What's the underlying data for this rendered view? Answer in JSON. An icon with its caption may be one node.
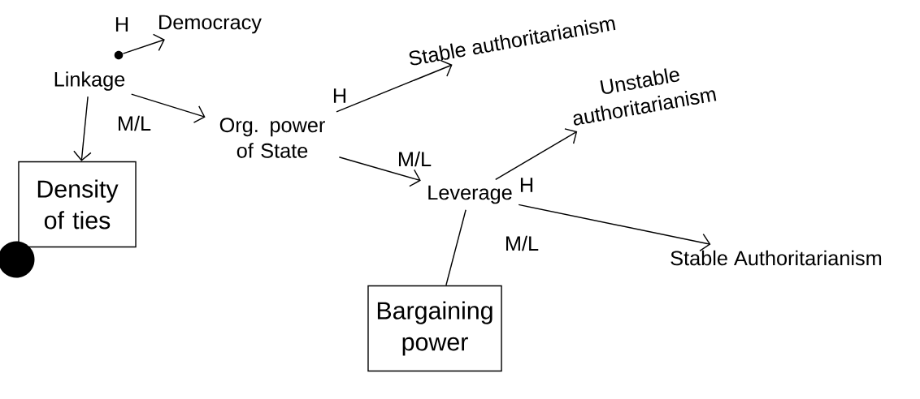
{
  "diagram": {
    "nodes": [
      {
        "text": [],
        "shape": "circle"
      },
      {
        "text": [
          "Democracy"
        ]
      },
      {
        "text": [
          "Linkage"
        ]
      },
      {
        "text": [
          "Org. power of State"
        ]
      },
      {
        "text": [
          "Stable authoritarianism"
        ]
      },
      {
        "text": [
          "Unstable authoritarianism"
        ]
      },
      {
        "text": [
          "Density of ties"
        ]
      },
      {
        "text": [
          "Leverage"
        ]
      },
      {
        "text": [
          "Stable Authoritarianism"
        ]
      },
      {
        "text": [
          "Bargaining power"
        ]
      }
    ],
    "edges": [
      {
        "from": 0,
        "to": 1,
        "arrow": "to",
        "label": "H"
      },
      {
        "from": 2,
        "to": 3,
        "arrow": "to",
        "label": "M/L"
      },
      {
        "from": 2,
        "to": 6,
        "arrow": "to"
      },
      {
        "from": 3,
        "to": 4,
        "arrow": "to",
        "label": "H"
      },
      {
        "from": 3,
        "to": 7,
        "arrow": "to",
        "label": "M/L"
      },
      {
        "from": 7,
        "to": 5,
        "arrow": "to",
        "label": "H"
      },
      {
        "from": 7,
        "to": 8,
        "arrow": "to",
        "label": "M/L"
      },
      {
        "from": 7,
        "to": 9,
        "arrow": "none"
      }
    ]
  }
}
